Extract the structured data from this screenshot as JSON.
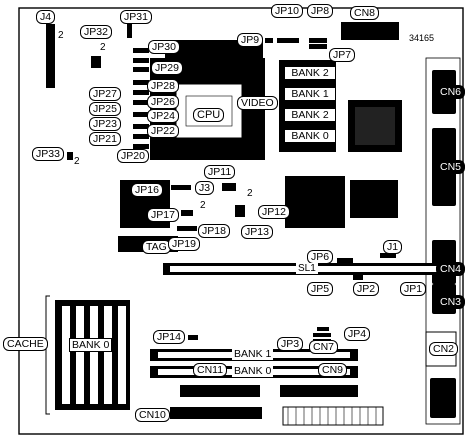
{
  "board_id": "34165",
  "jumpers": [
    "J4",
    "JP31",
    "JP10",
    "JP8",
    "CN8",
    "JP32",
    "JP30",
    "JP9",
    "JP7",
    "JP29",
    "JP28",
    "JP27",
    "JP26",
    "JP25",
    "JP24",
    "JP23",
    "JP22",
    "JP21",
    "JP20",
    "JP33",
    "JP11",
    "JP16",
    "J3",
    "JP17",
    "JP12",
    "JP18",
    "JP13",
    "TAG",
    "JP19",
    "JP6",
    "J1",
    "JP5",
    "JP2",
    "JP1",
    "JP4",
    "JP3",
    "JP14",
    "CN7",
    "CN11",
    "CN9",
    "CN10"
  ],
  "pin_marks": [
    "2",
    "2",
    "2",
    "2",
    "2"
  ],
  "labels": {
    "cpu": "CPU",
    "video": "VIDEO",
    "sl1": "SL1",
    "cache": "CACHE",
    "cache_bank": "BANK 0"
  },
  "video_banks": [
    "BANK 2",
    "BANK 1",
    "BANK 2",
    "BANK 0"
  ],
  "simm_banks": [
    "BANK 1",
    "BANK 0"
  ],
  "connectors": [
    "CN6",
    "CN5",
    "CN4",
    "CN3",
    "CN2"
  ]
}
